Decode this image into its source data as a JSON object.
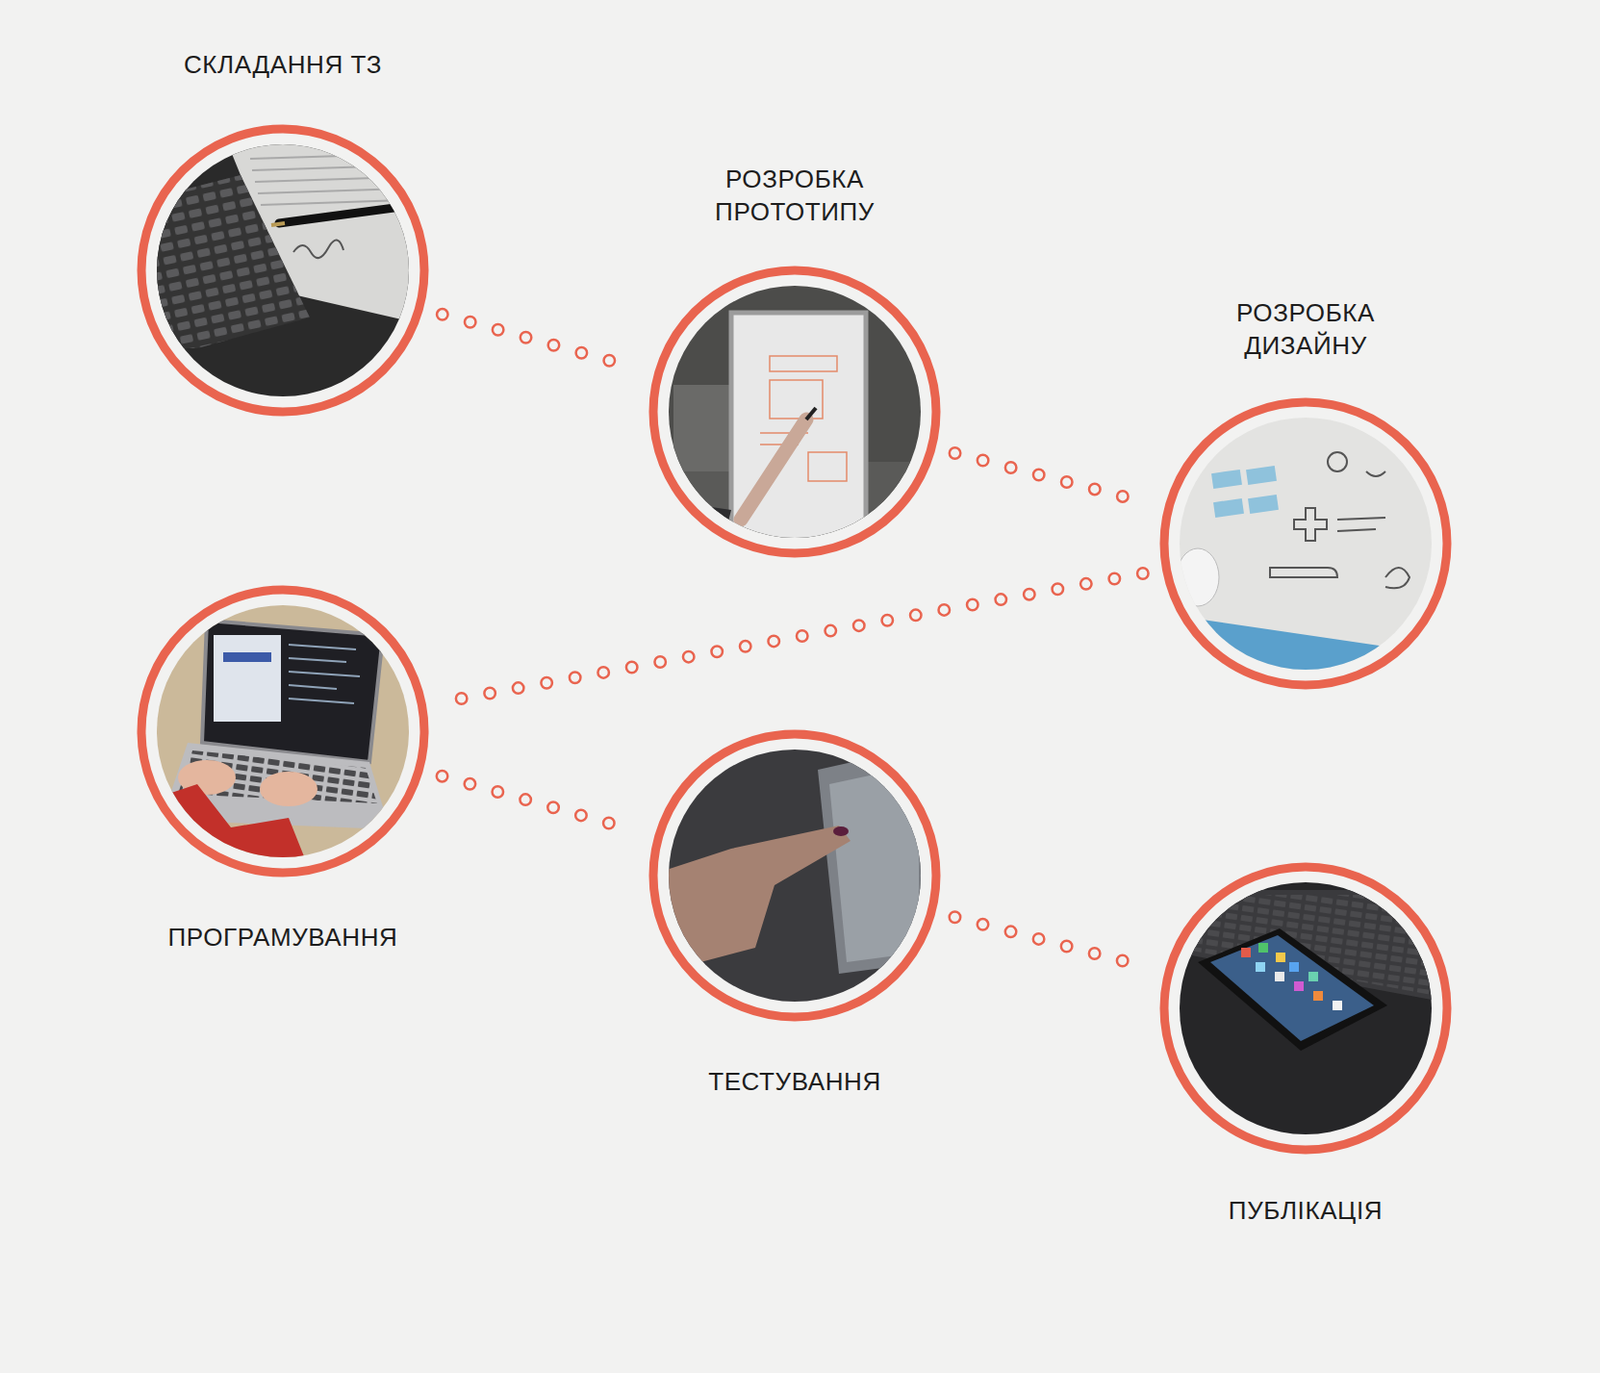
{
  "diagram": {
    "nodes": [
      {
        "text": [
          "СКЛАДАННЯ ТЗ"
        ]
      },
      {
        "text": [
          "РОЗРОБКА ПРОТОТИПУ"
        ]
      },
      {
        "text": [
          "РОЗРОБКА ДИЗАЙНУ"
        ]
      },
      {
        "text": [
          "ПРОГРАМУВАННЯ"
        ]
      },
      {
        "text": [
          "ТЕСТУВАННЯ"
        ]
      },
      {
        "text": [
          "ПУБЛІКАЦІЯ"
        ]
      }
    ],
    "edges": [
      {
        "from": 0,
        "to": 1,
        "arrow": "none"
      },
      {
        "from": 1,
        "to": 2,
        "arrow": "none"
      },
      {
        "from": 2,
        "to": 3,
        "arrow": "none"
      },
      {
        "from": 3,
        "to": 4,
        "arrow": "none"
      },
      {
        "from": 4,
        "to": 5,
        "arrow": "none"
      }
    ]
  }
}
